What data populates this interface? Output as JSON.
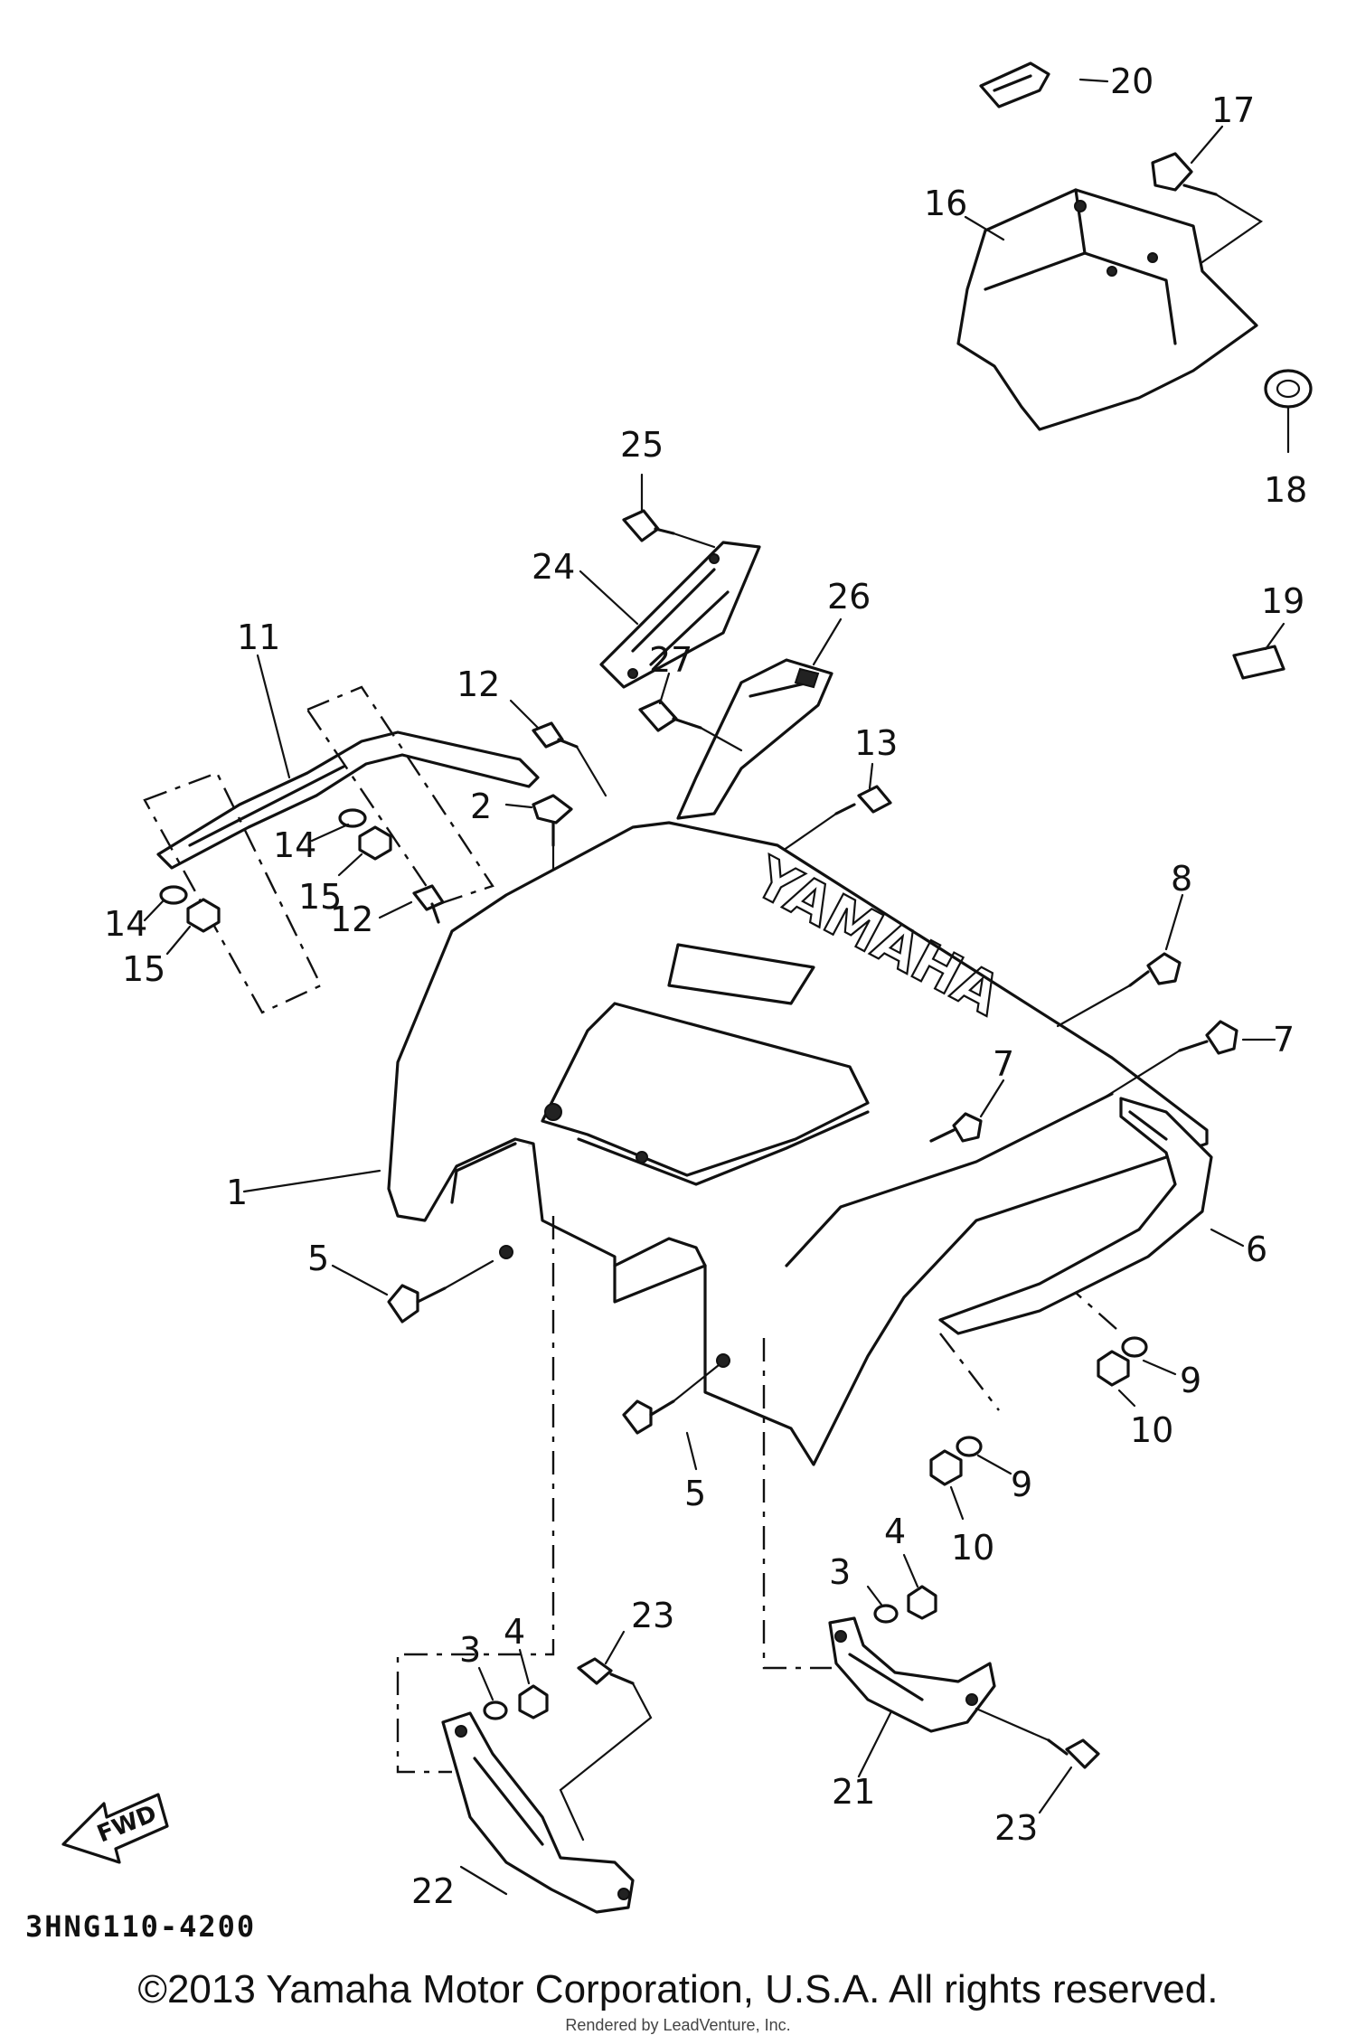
{
  "diagram": {
    "reference_code": "3HNG110-4200",
    "brand_emboss": "YAMAHA",
    "watermark": "LEADVENTURE",
    "fwd_label": "FWD",
    "callouts": [
      "1",
      "2",
      "3",
      "3",
      "4",
      "4",
      "5",
      "5",
      "6",
      "7",
      "7",
      "8",
      "9",
      "9",
      "10",
      "10",
      "11",
      "12",
      "12",
      "13",
      "14",
      "14",
      "15",
      "15",
      "16",
      "17",
      "18",
      "19",
      "20",
      "21",
      "22",
      "23",
      "23",
      "24",
      "25",
      "26",
      "27"
    ]
  },
  "footer": {
    "copyright": "©2013 Yamaha Motor Corporation, U.S.A. All rights reserved.",
    "rendered_by": "Rendered by LeadVenture, Inc."
  }
}
